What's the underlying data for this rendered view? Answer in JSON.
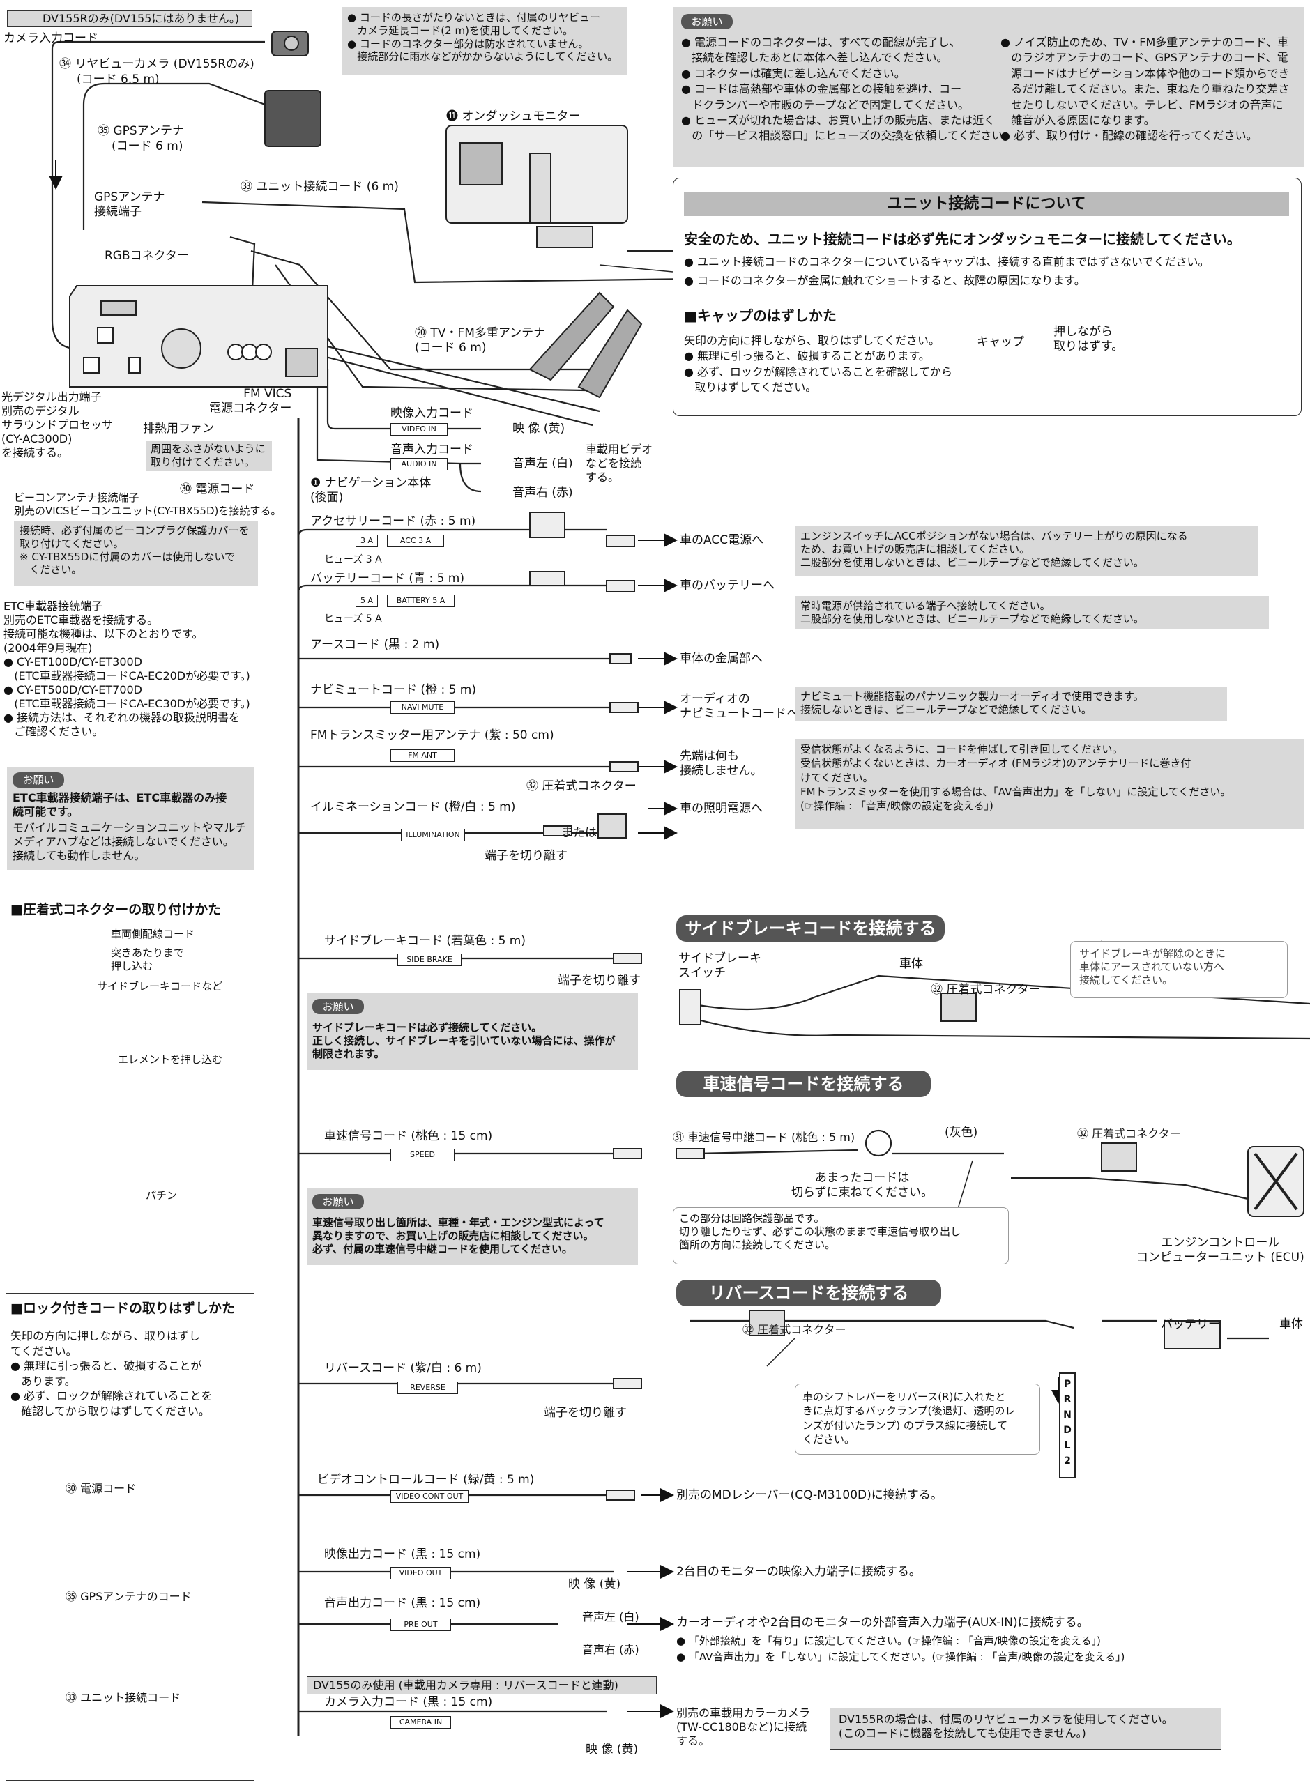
{
  "top_left": {
    "dv155r_banner": "DV155Rのみ(DV155にはありません。)",
    "camera_input": "カメラ入力コード",
    "rearview_camera": "㉞ リヤビューカメラ (DV155Rのみ)",
    "rearview_code": "(コード 6.5 m)",
    "gps_antenna": "㉟ GPSアンテナ",
    "gps_code": "(コード 6 m)",
    "gps_terminal": "GPSアンテナ\n接続端子",
    "rgb_connector": "RGBコネクター",
    "unit_code": "㉝ ユニット接続コード (6 m)",
    "ondash_monitor": "⓫ オンダッシュモニター",
    "tv_fm_antenna": "⑳ TV・FM多重アンテナ\n(コード 6 m)",
    "note_lines": "● コードの長さがたりないときは、付属のリヤビュー\n   カメラ延長コード(2 m)を使用してください。\n● コードのコネクター部分は防水されていません。\n   接続部分に雨水などがかからないようにしてください。"
  },
  "onegai_top": {
    "label": "お願い",
    "col1": "● 電源コードのコネクターは、すべての配線が完了し、\n   接続を確認したあとに本体へ差し込んでください。\n● コネクターは確実に差し込んでください。\n● コードは高熱部や車体の金属部との接触を避け、コー\n   ドクランパーや市販のテープなどで固定してください。\n● ヒューズが切れた場合は、お買い上げの販売店、または近く\n   の「サービス相談窓口」にヒューズの交換を依頼してください。",
    "col2": "● ノイズ防止のため、TV・FM多重アンテナのコード、車\n   のラジオアンテナのコード、GPSアンテナのコード、電\n   源コードはナビゲーション本体や他のコード類からでき\n   るだけ離してください。また、束ねたり重ねたり交差さ\n   せたりしないでください。テレビ、FMラジオの音声に\n   雑音が入る原因になります。\n● 必ず、取り付け・配線の確認を行ってください。"
  },
  "unit_box": {
    "title": "ユニット接続コードについて",
    "bold": "安全のため、ユニット接続コードは必ず先にオンダッシュモニターに接続してください。",
    "b1": "● ユニット接続コードのコネクターについているキャップは、接続する直前まではずさないでください。",
    "b2": "● コードのコネクターが金属に触れてショートすると、故障の原因になります。",
    "cap_head": "■キャップのはずしかた",
    "cap_text": "矢印の方向に押しながら、取りはずしてください。\n● 無理に引っ張ると、破損することがあります。\n● 必ず、ロックが解除されていることを確認してから\n   取りはずしてください。",
    "cap_label": "キャップ",
    "press_label": "押しながら\n取りはずす。"
  },
  "left_side": {
    "optical": "光デジタル出力端子\n別売のデジタル\nサラウンドプロセッサ\n(CY-AC300D)\nを接続する。",
    "fm_vics": "FM VICS\n電源コネクター",
    "fan": "排熱用ファン",
    "fan_note": "周囲をふさがないように\n取り付けてください。",
    "power_code": "㉚ 電源コード",
    "navi_body": "❶ ナビゲーション本体\n(後面)",
    "beacon": "ビーコンアンテナ接続端子\n別売のVICSビーコンユニット(CY-TBX55D)を接続する。",
    "beacon_note": "接続時、必ず付属のビーコンプラグ保護カバーを\n取り付けてください。\n※ CY-TBX55Dに付属のカバーは使用しないで\n   ください。",
    "etc": "ETC車載器接続端子\n別売のETC車載器を接続する。\n接続可能な機種は、以下のとおりです。\n(2004年9月現在)\n● CY-ET100D/CY-ET300D\n   (ETC車載器接続コードCA-EC20Dが必要です。)\n● CY-ET500D/CY-ET700D\n   (ETC車載器接続コードCA-EC30Dが必要です。)\n● 接続方法は、それぞれの機器の取扱説明書を\n   ご確認ください。",
    "etc_onegai": "お願い",
    "etc_bold": "ETC車載器接続端子は、ETC車載器のみ接\n続可能です。",
    "etc_text": "モバイルコミュニケーションユニットやマルチ\nメディアハブなどは接続しないでください。\n接続しても動作しません。"
  },
  "crimp_box": {
    "title": "■圧着式コネクターの取り付けかた",
    "l1": "車両側配線コード",
    "l2": "突きあたりまで\n押し込む",
    "l3": "サイドブレーキコードなど",
    "l4": "エレメントを押し込む",
    "l5": "パチン"
  },
  "lock_box": {
    "title": "■ロック付きコードの取りはずしかた",
    "text": "矢印の方向に押しながら、取りはずし\nてください。\n● 無理に引っ張ると、破損することが\n   あります。\n● 必ず、ロックが解除されていることを\n   確認してから取りはずしてください。",
    "c1": "㉚ 電源コード",
    "c2": "㉟ GPSアンテナのコード",
    "c3": "㉝ ユニット接続コード"
  },
  "av_inputs": {
    "video_in_label": "映像入力コード",
    "video_in_tag": "VIDEO IN",
    "video_yellow": "映 像 (黄)",
    "audio_in_label": "音声入力コード",
    "audio_in_tag": "AUDIO IN",
    "audio_l": "音声左 (白)",
    "audio_r": "音声右 (赤)",
    "video_note": "車載用ビデオ\nなどを接続\nする。"
  },
  "codes": {
    "acc": "アクセサリーコード (赤 : 5 m)",
    "acc_fuse": "3 A",
    "acc_tag": "ACC 3 A",
    "acc_fuse_label": "ヒューズ 3 A",
    "acc_dest": "車のACC電源へ",
    "acc_note": "エンジンスイッチにACCポジションがない場合は、バッテリー上がりの原因になる\nため、お買い上げの販売店に相談してください。\n二股部分を使用しないときは、ビニールテープなどで絶縁してください。",
    "bat": "バッテリーコード (青 : 5 m)",
    "bat_fuse": "5 A",
    "bat_tag": "BATTERY 5 A",
    "bat_fuse_label": "ヒューズ 5 A",
    "bat_dest": "車のバッテリーへ",
    "bat_note": "常時電源が供給されている端子へ接続してください。\n二股部分を使用しないときは、ビニールテープなどで絶縁してください。",
    "earth": "アースコード (黒 : 2 m)",
    "earth_dest": "車体の金属部へ",
    "mute": "ナビミュートコード (橙 : 5 m)",
    "mute_tag": "NAVI MUTE",
    "mute_dest": "オーディオの\nナビミュートコードへ",
    "mute_note": "ナビミュート機能搭載のパナソニック製カーオーディオで使用できます。\n接続しないときは、ビニールテープなどで絶縁してください。",
    "fm": "FMトランスミッター用アンテナ (紫 : 50 cm)",
    "fm_tag": "FM ANT",
    "fm_dest": "先端は何も\n接続しません。",
    "fm_note": "受信状態がよくなるように、コードを伸ばして引き回してください。\n受信状態がよくないときは、カーオーディオ (FMラジオ)のアンテナリードに巻き付\nけてください。\nFMトランスミッターを使用する場合は、「AV音声出力」を「しない」に設定してください。\n(☞操作編 : 「音声/映像の設定を変える」)",
    "illum": "イルミネーションコード (橙/白 : 5 m)",
    "illum_tag": "ILLUMINATION",
    "illum_crimp": "㉜ 圧着式コネクター",
    "illum_or": "または",
    "illum_cut": "端子を切り離す",
    "illum_dest": "車の照明電源へ"
  },
  "side_brake": {
    "pill": "サイドブレーキコードを接続する",
    "code": "サイドブレーキコード (若葉色 : 5 m)",
    "tag": "SIDE BRAKE",
    "cut": "端子を切り離す",
    "switch": "サイドブレーキ\nスイッチ",
    "body": "車体",
    "crimp": "㉜ 圧着式コネクター",
    "callout": "サイドブレーキが解除のときに\n車体にアースされていない方へ\n接続してください。",
    "onegai": "お願い",
    "onegai_text": "サイドブレーキコードは必ず接続してください。\n正しく接続し、サイドブレーキを引いていない場合には、操作が\n制限されます。"
  },
  "speed": {
    "pill": "車速信号コードを接続する",
    "code": "車速信号コード (桃色 : 15 cm)",
    "tag": "SPEED",
    "relay": "㉛ 車速信号中継コード (桃色 : 5 m)",
    "gray": "(灰色)",
    "crimp": "㉜ 圧着式コネクター",
    "coil_note": "あまったコードは\n切らずに束ねてください。",
    "protect_note": "この部分は回路保護部品です。\n切り離したりせず、必ずこの状態のままで車速信号取り出し\n箇所の方向に接続してください。",
    "ecu": "エンジンコントロール\nコンピューターユニット (ECU)",
    "onegai": "お願い",
    "onegai_text": "車速信号取り出し箇所は、車種・年式・エンジン型式によって\n異なりますので、お買い上げの販売店に相談してください。\n必ず、付属の車速信号中継コードを使用してください。"
  },
  "reverse": {
    "pill": "リバースコードを接続する",
    "crimp": "㉜ 圧着式コネクター",
    "code": "リバースコード (紫/白 : 6 m)",
    "tag": "REVERSE",
    "cut": "端子を切り離す",
    "battery": "バッテリー",
    "body": "車体",
    "callout": "車のシフトレバーをリバース(R)に入れたと\nきに点灯するバックランプ(後退灯、透明のレ\nンズが付いたランプ) のプラス線に接続して\nください。",
    "gears": [
      "P",
      "R",
      "N",
      "D",
      "L",
      "2"
    ]
  },
  "video_cont": {
    "code": "ビデオコントロールコード (緑/黄 : 5 m)",
    "tag": "VIDEO CONT OUT",
    "dest": "別売のMDレシーバー(CQ-M3100D)に接続する。"
  },
  "video_out": {
    "code": "映像出力コード (黒 : 15 cm)",
    "tag": "VIDEO OUT",
    "color": "映 像 (黄)",
    "dest": "2台目のモニターの映像入力端子に接続する。"
  },
  "audio_out": {
    "code": "音声出力コード (黒 : 15 cm)",
    "tag": "PRE OUT",
    "l": "音声左 (白)",
    "r": "音声右 (赤)",
    "dest": "カーオーディオや2台目のモニターの外部音声入力端子(AUX-IN)に接続する。",
    "b1": "● 「外部接続」を「有り」に設定してください。(☞操作編 : 「音声/映像の設定を変える」)",
    "b2": "● 「AV音声出力」を「しない」に設定してください。(☞操作編 : 「音声/映像の設定を変える」)"
  },
  "camera": {
    "banner": "DV155のみ使用 (車載用カメラ専用 : リバースコードと連動)",
    "code": "カメラ入力コード (黒 : 15 cm)",
    "tag": "CAMERA IN",
    "color": "映 像 (黄)",
    "dest": "別売の車載用カラーカメラ\n(TW-CC180Bなど)に接続\nする。",
    "note": "DV155Rの場合は、付属のリヤビューカメラを使用してください。\n(このコードに機器を接続しても使用できません。)"
  },
  "colors": {
    "gray_box": "#d9d9d9",
    "pill": "#555555",
    "bar": "#bbbbbb",
    "line": "#222222"
  }
}
